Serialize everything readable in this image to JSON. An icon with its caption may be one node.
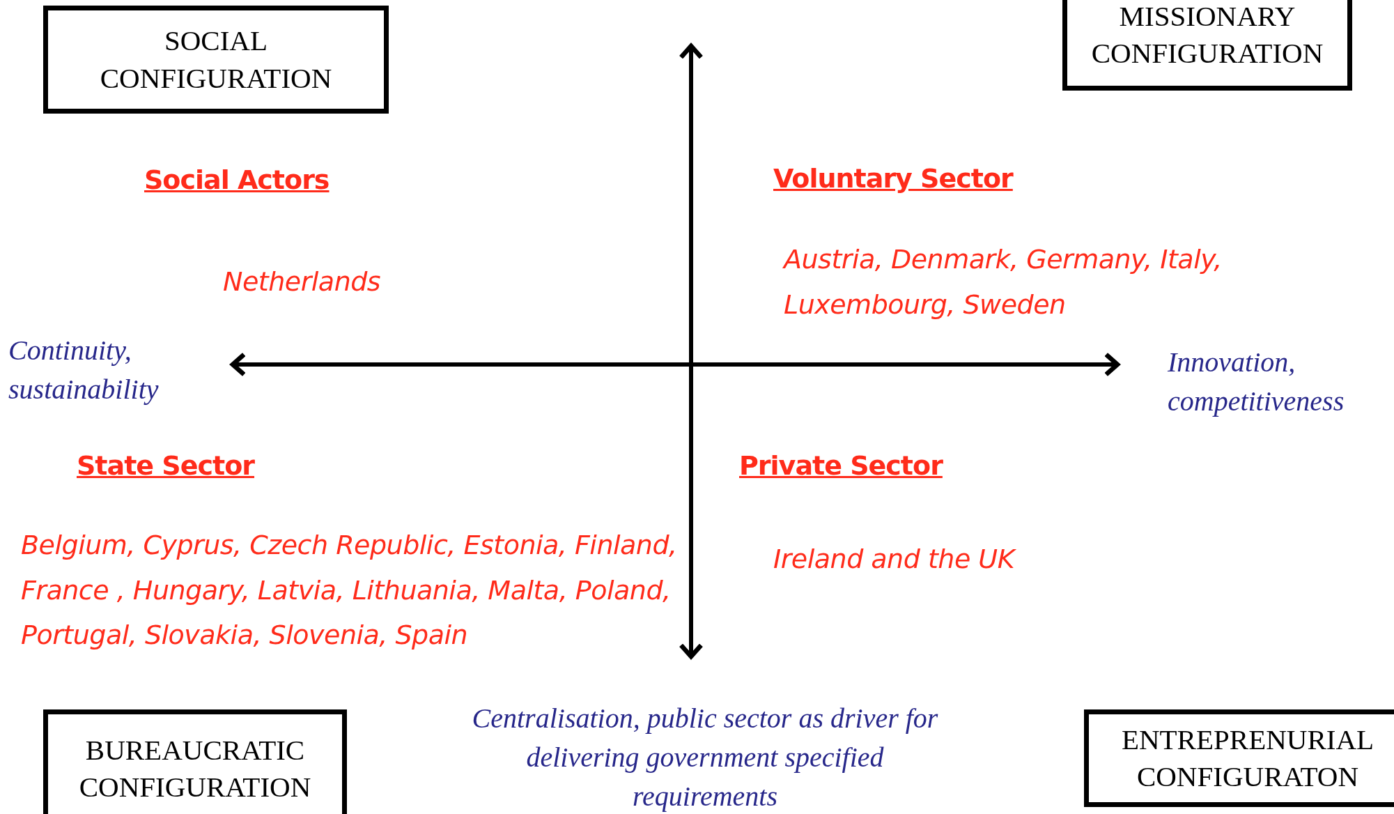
{
  "diagram": {
    "nodes": [
      {
        "text": [
          "SOCIAL CONFIGURATION"
        ]
      },
      {
        "text": [
          "MISSIONARY CONFIGURATION"
        ]
      },
      {
        "text": [
          "BUREAUCRATIC CONFIGURATION"
        ]
      },
      {
        "text": [
          "ENTREPRENURIAL CONFIGURATON"
        ]
      }
    ],
    "edges": [],
    "labels": [
      "Social Actors",
      "Voluntary Sector",
      "Netherlands",
      "Austria, Denmark, Germany, Italy, Luxembourg, Sweden",
      "Continuity, sustainability",
      "Innovation, competitiveness",
      "State Sector",
      "Private Sector",
      "Belgium, Cyprus, Czech Republic, Estonia, Finland, France , Hungary, Latvia, Lithuania, Malta, Poland, Portugal, Slovakia, Slovenia, Spain",
      "Ireland and the UK",
      "Centralisation, public sector as driver for delivering government specified requirements"
    ]
  }
}
